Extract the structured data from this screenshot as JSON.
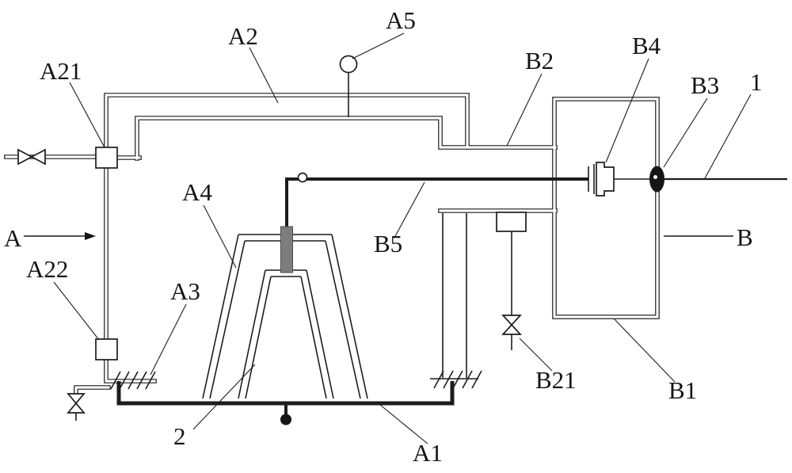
{
  "colors": {
    "line": "#1c1c1c",
    "pipe_core": "#ffffff",
    "stem_gray": "#7d7d7d",
    "solid_fill": "#161616",
    "background": "#ffffff"
  },
  "icons": {
    "gauge": "pressure-gauge",
    "inlet_valve": "gate-valve",
    "drain_valve": "gate-valve",
    "b21_valve": "gate-valve",
    "b4": "regulator",
    "b3": "solid-nozzle"
  },
  "labels": {
    "a21": "A21",
    "a2": "A2",
    "a5": "A5",
    "b2": "B2",
    "b4": "B4",
    "b3": "B3",
    "num1": "1",
    "a": "A",
    "a22": "A22",
    "a4": "A4",
    "a3": "A3",
    "b5": "B5",
    "b": "B",
    "num2": "2",
    "b21": "B21",
    "b1": "B1",
    "a1": "A1"
  }
}
